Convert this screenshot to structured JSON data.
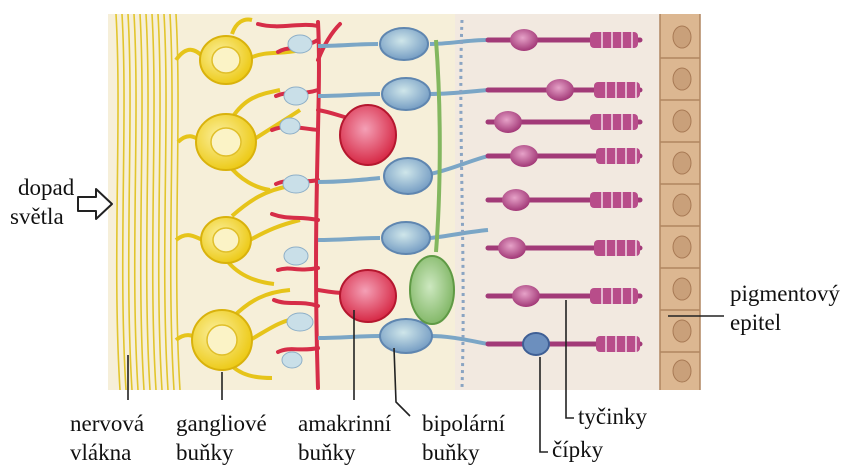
{
  "labels": {
    "light_line1": "dopad",
    "light_line2": "světla",
    "nerve_line1": "nervová",
    "nerve_line2": "vlákna",
    "ganglion_line1": "gangliové",
    "ganglion_line2": "buňky",
    "amacrine_line1": "amakrinní",
    "amacrine_line2": "buňky",
    "bipolar_line1": "bipolární",
    "bipolar_line2": "buňky",
    "cones": "čípky",
    "rods": "tyčinky",
    "pigment_line1": "pigmentový",
    "pigment_line2": "epitel"
  },
  "colors": {
    "background_tissue": "#f6efd9",
    "nerve_fibers": "#e8cf3a",
    "ganglion_cells": "#f2d51c",
    "amacrine_cells": "#d9304a",
    "bipolar_cells": "#7fa9c9",
    "green_cell": "#8fc06a",
    "photoreceptors": "#a03a78",
    "cone_bodies": "#4c6fa8",
    "pigment_epithelium": "#d9b48c"
  }
}
